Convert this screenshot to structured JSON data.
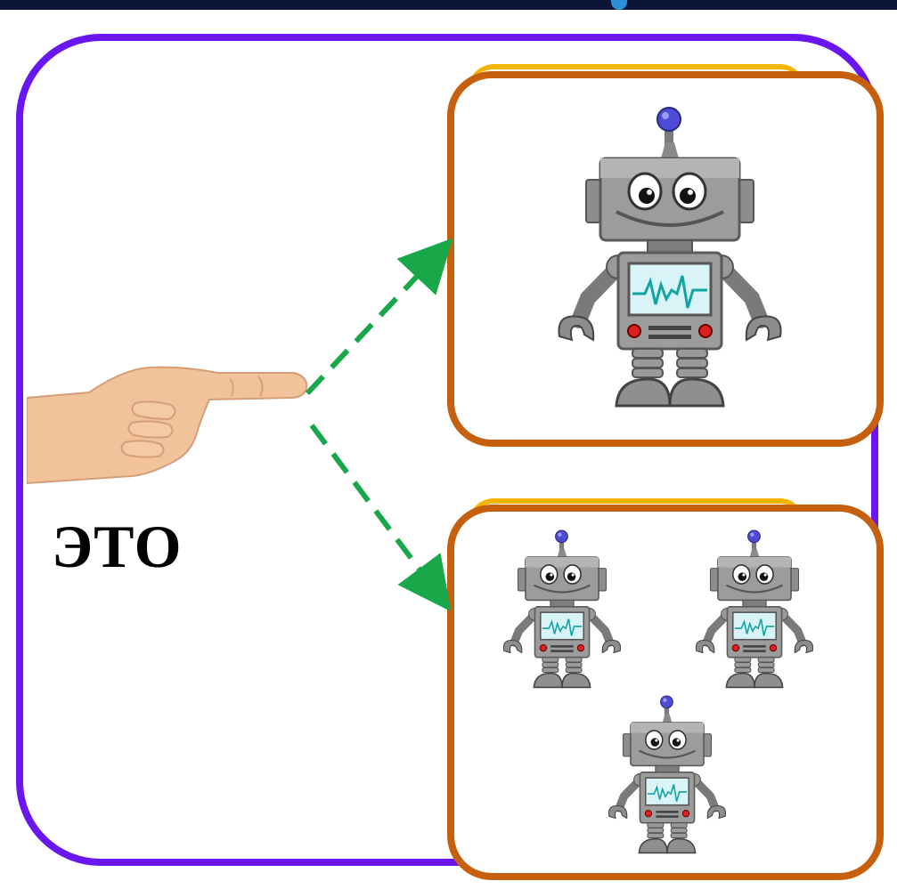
{
  "caption": {
    "text": "ЭТО"
  },
  "colors": {
    "frame": "#6a16f0",
    "card_border": "#c6600f",
    "card_accent": "#f5b400",
    "arrow": "#18a84a",
    "top_bar": "#0a1535"
  },
  "icons": [
    "pointing-hand-icon",
    "robot-icon"
  ],
  "panels": [
    {
      "id": "single",
      "robot_count": 1
    },
    {
      "id": "group",
      "robot_count": 3
    }
  ]
}
